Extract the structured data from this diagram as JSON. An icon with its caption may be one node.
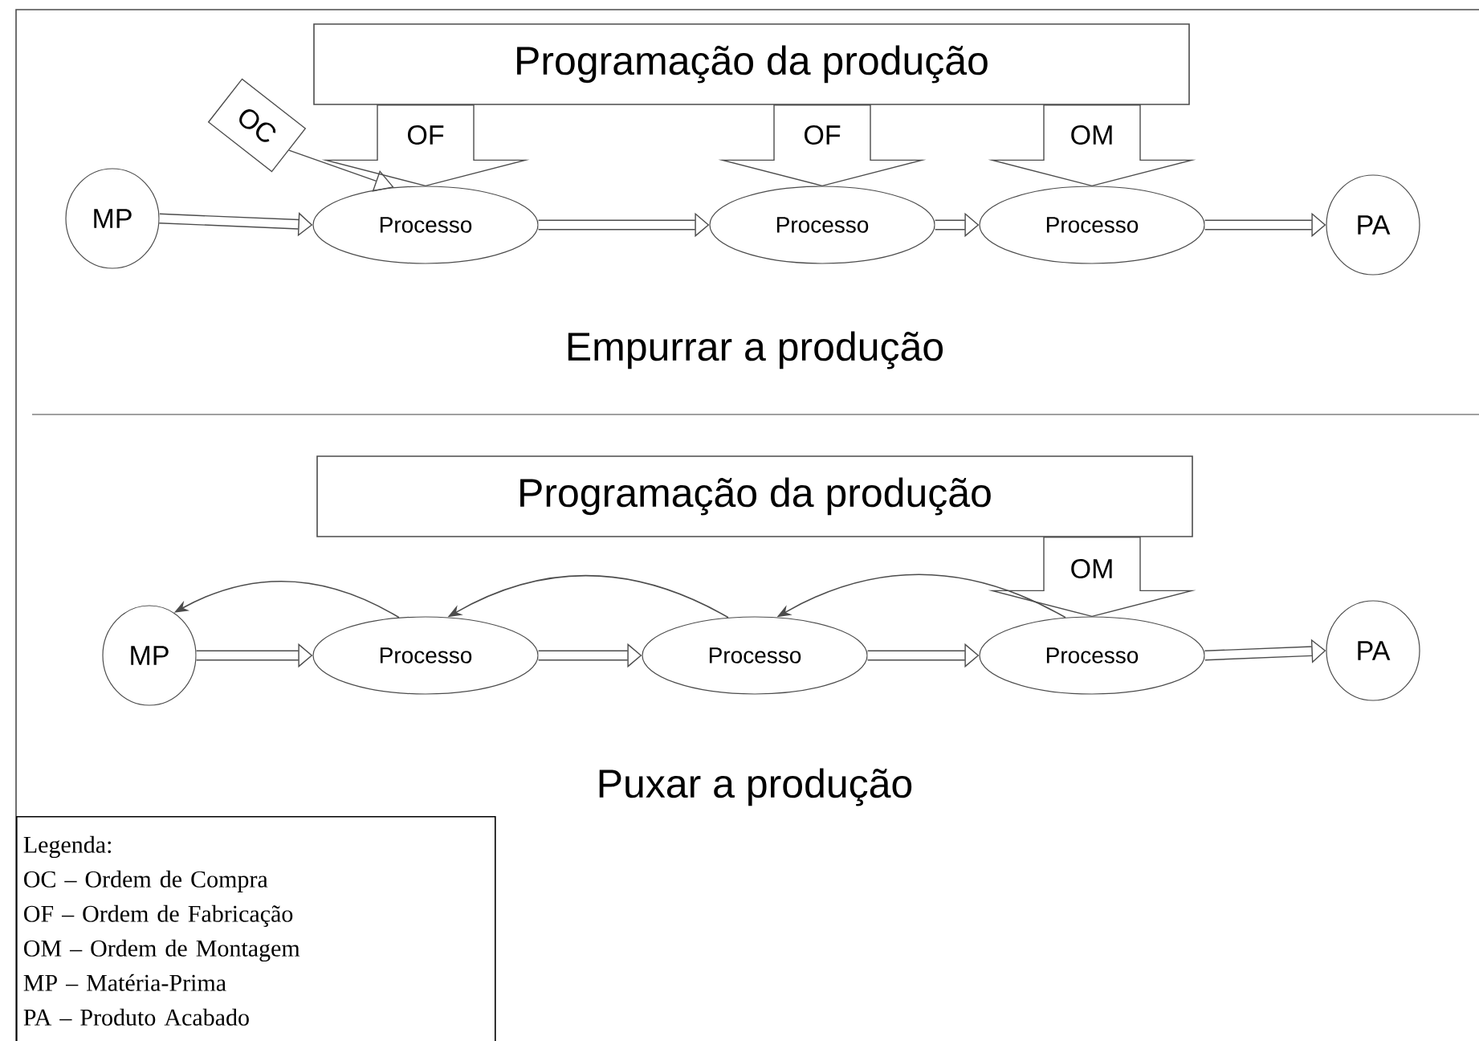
{
  "diagram": {
    "nodes": [
      {
        "text": [
          "Programação da produção"
        ]
      },
      {
        "text": [
          "MP"
        ]
      },
      {
        "text": [
          "Processo"
        ]
      },
      {
        "text": [
          "Processo"
        ]
      },
      {
        "text": [
          "Processo"
        ]
      },
      {
        "text": [
          "PA"
        ]
      },
      {
        "text": [
          "Programação da produção"
        ]
      },
      {
        "text": [
          "MP"
        ]
      },
      {
        "text": [
          "Processo"
        ]
      },
      {
        "text": [
          "Processo"
        ]
      },
      {
        "text": [
          "Processo"
        ]
      },
      {
        "text": [
          "PA"
        ]
      },
      {
        "text": [
          "Legenda:",
          "OC – Ordem de Compra",
          "OF – Ordem de Fabricação",
          "OM – Ordem de Montagem",
          "MP – Matéria-Prima",
          "PA – Produto Acabado"
        ]
      },
      {
        "text": [
          "OC"
        ]
      }
    ],
    "edges": [
      {
        "from": 13,
        "to": 2,
        "arrow": "to"
      },
      {
        "from": 1,
        "to": 2,
        "arrow": "to"
      },
      {
        "from": 0,
        "to": 2,
        "arrow": "to",
        "label": "OF"
      },
      {
        "from": 2,
        "to": 3,
        "arrow": "to"
      },
      {
        "from": 0,
        "to": 3,
        "arrow": "to",
        "label": "OF"
      },
      {
        "from": 3,
        "to": 4,
        "arrow": "to"
      },
      {
        "from": 0,
        "to": 4,
        "arrow": "to",
        "label": "OM"
      },
      {
        "from": 4,
        "to": 5,
        "arrow": "to"
      },
      {
        "from": 7,
        "to": 8,
        "arrow": "to"
      },
      {
        "from": 8,
        "to": 9,
        "arrow": "to"
      },
      {
        "from": 9,
        "to": 10,
        "arrow": "to"
      },
      {
        "from": 10,
        "to": 11,
        "arrow": "to"
      },
      {
        "from": 6,
        "to": 10,
        "arrow": "to",
        "label": "OM"
      },
      {
        "from": 8,
        "to": 7,
        "arrow": "to"
      },
      {
        "from": 9,
        "to": 8,
        "arrow": "to"
      },
      {
        "from": 10,
        "to": 9,
        "arrow": "to"
      }
    ],
    "labels": [
      "Empurrar a produção",
      "Puxar a produção"
    ]
  }
}
